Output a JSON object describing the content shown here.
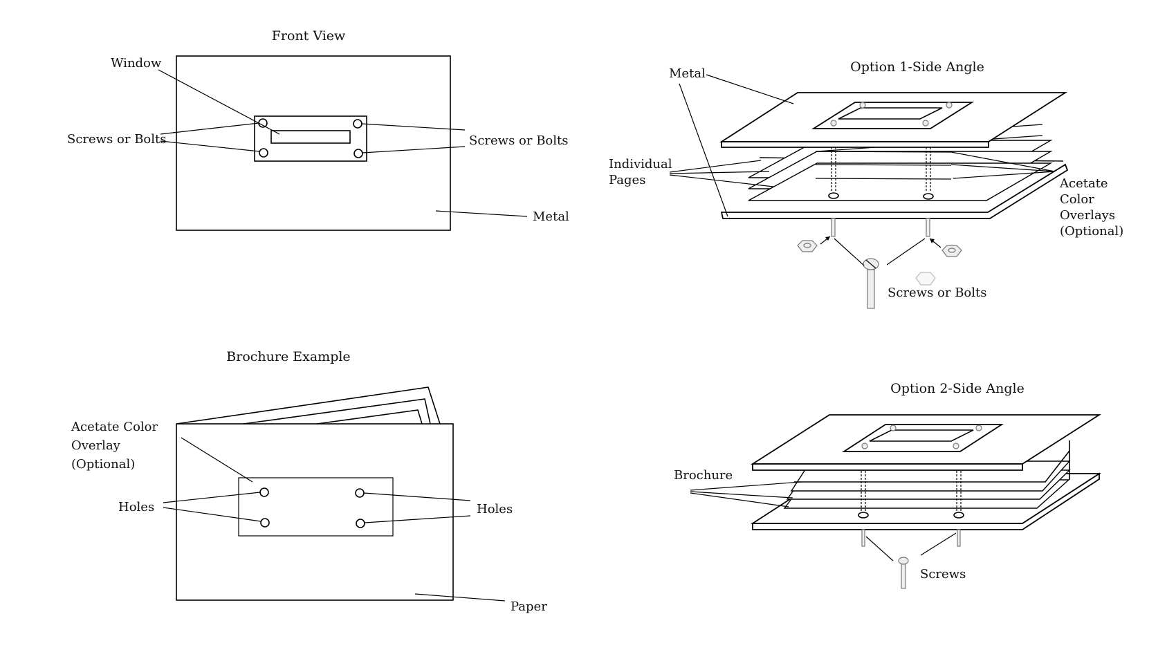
{
  "front_view": {
    "title": "Front View",
    "window_label": "Window",
    "screws_left_label": "Screws or Bolts",
    "screws_right_label": "Screws or Bolts",
    "metal_label": "Metal"
  },
  "option1": {
    "title": "Option 1-Side Angle",
    "metal_label": "Metal",
    "pages_label_line1": "Individual",
    "pages_label_line2": "Pages",
    "acetate_line1": "Acetate",
    "acetate_line2": "Color",
    "acetate_line3": "Overlays",
    "acetate_line4": "(Optional)",
    "screws_label": "Screws or Bolts"
  },
  "brochure_example": {
    "title": "Brochure Example",
    "acetate_line1": "Acetate Color",
    "acetate_line2": "Overlay",
    "acetate_line3": "(Optional)",
    "holes_left_label": "Holes",
    "holes_right_label": "Holes",
    "paper_label": "Paper"
  },
  "option2": {
    "title": "Option 2-Side Angle",
    "brochure_label": "Brochure",
    "screws_label": "Screws"
  }
}
